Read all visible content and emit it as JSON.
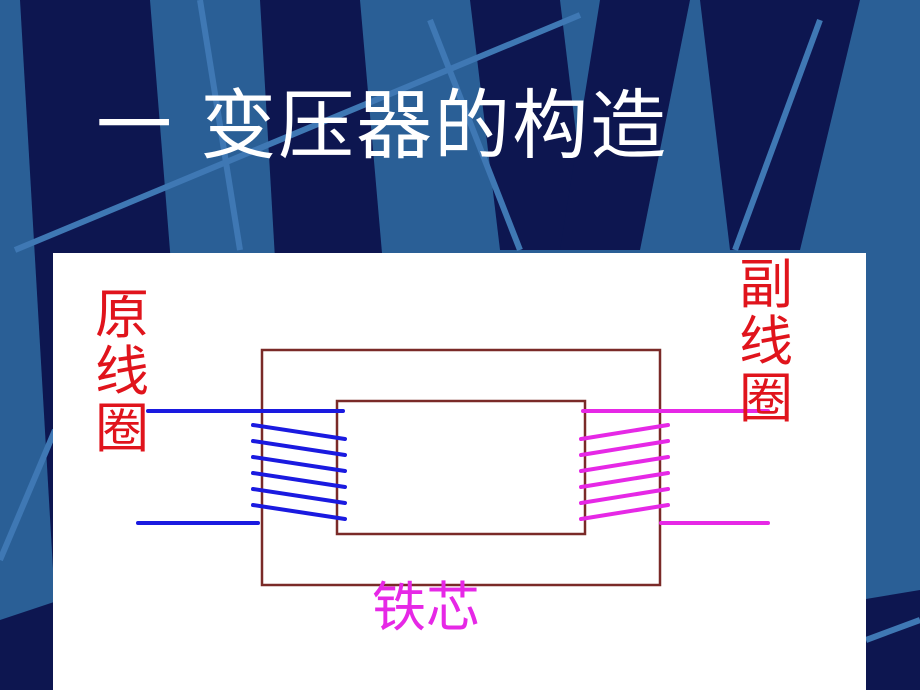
{
  "slide": {
    "title": "一  变压器的构造",
    "background_color": "#2a5f96",
    "stripe_color": "#0d1650"
  },
  "diagram": {
    "labels": {
      "primary_coil": "原线圈",
      "secondary_coil": "副线圈",
      "iron_core": "铁芯"
    },
    "primary_turns": 6,
    "secondary_turns": 6,
    "colors": {
      "core": "#7a2a28",
      "primary_coil": "#1a1ae0",
      "secondary_coil": "#e628e6",
      "labels_coil": "#e0141c",
      "label_core": "#e628e6"
    }
  }
}
